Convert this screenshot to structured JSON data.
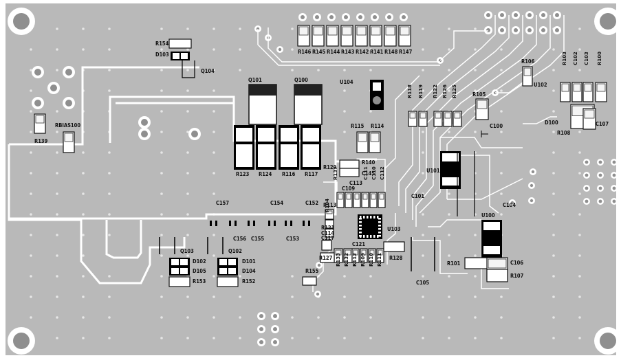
{
  "colors": {
    "board": "#b9b9b9",
    "trace": "#ffffff",
    "pad": "#ffffff",
    "outline": "#111111",
    "body": "#000000",
    "hole": "#8f8f8f"
  },
  "labels": {
    "R154": "R154",
    "D103": "D103",
    "Q104": "Q104",
    "R139": "R139",
    "RBIAS100": "RBIAS100",
    "Q101": "Q101",
    "Q100": "Q100",
    "R123": "R123",
    "R124": "R124",
    "R116": "R116",
    "R117": "R117",
    "U104": "U104",
    "R115": "R115",
    "R114": "R114",
    "R146": "R146",
    "R145": "R145",
    "R144": "R144",
    "R143": "R143",
    "R142": "R142",
    "R141": "R141",
    "R148": "R148",
    "R147": "R147",
    "R118": "R118",
    "R119": "R119",
    "R122": "R122",
    "R126": "R126",
    "R125": "R125",
    "R105": "R105",
    "R106": "R106",
    "U102": "U102",
    "C100": "C100",
    "D100": "D100",
    "R108": "R108",
    "C107": "C107",
    "R103": "R103",
    "C102": "C102",
    "C103": "C103",
    "R100": "R100",
    "R129": "R129",
    "R140": "R140",
    "C145": "C145",
    "C109": "C109",
    "C113": "C113",
    "C111": "C111",
    "C110": "C110",
    "C112": "C112",
    "R113": "R113",
    "R104": "R104",
    "R121": "R121",
    "C114": "C114",
    "C117": "C117",
    "C121": "C121",
    "U103": "U103",
    "R128": "R128",
    "R127": "R127",
    "R155": "R155",
    "R133": "R133",
    "R132": "R132",
    "R112": "R112",
    "R109": "R109",
    "R110": "R110",
    "R111": "R111",
    "U101": "U101",
    "C101": "C101",
    "C104": "C104",
    "U100": "U100",
    "R101": "R101",
    "C106": "C106",
    "R107": "R107",
    "C105": "C105",
    "C157": "C157",
    "C154": "C154",
    "C152": "C152",
    "C156": "C156",
    "C155": "C155",
    "C153": "C153",
    "Q103": "Q103",
    "Q102": "Q102",
    "D102": "D102",
    "D105": "D105",
    "R153": "R153",
    "D101": "D101",
    "D104": "D104",
    "R152": "R152",
    "R137": "R137"
  }
}
